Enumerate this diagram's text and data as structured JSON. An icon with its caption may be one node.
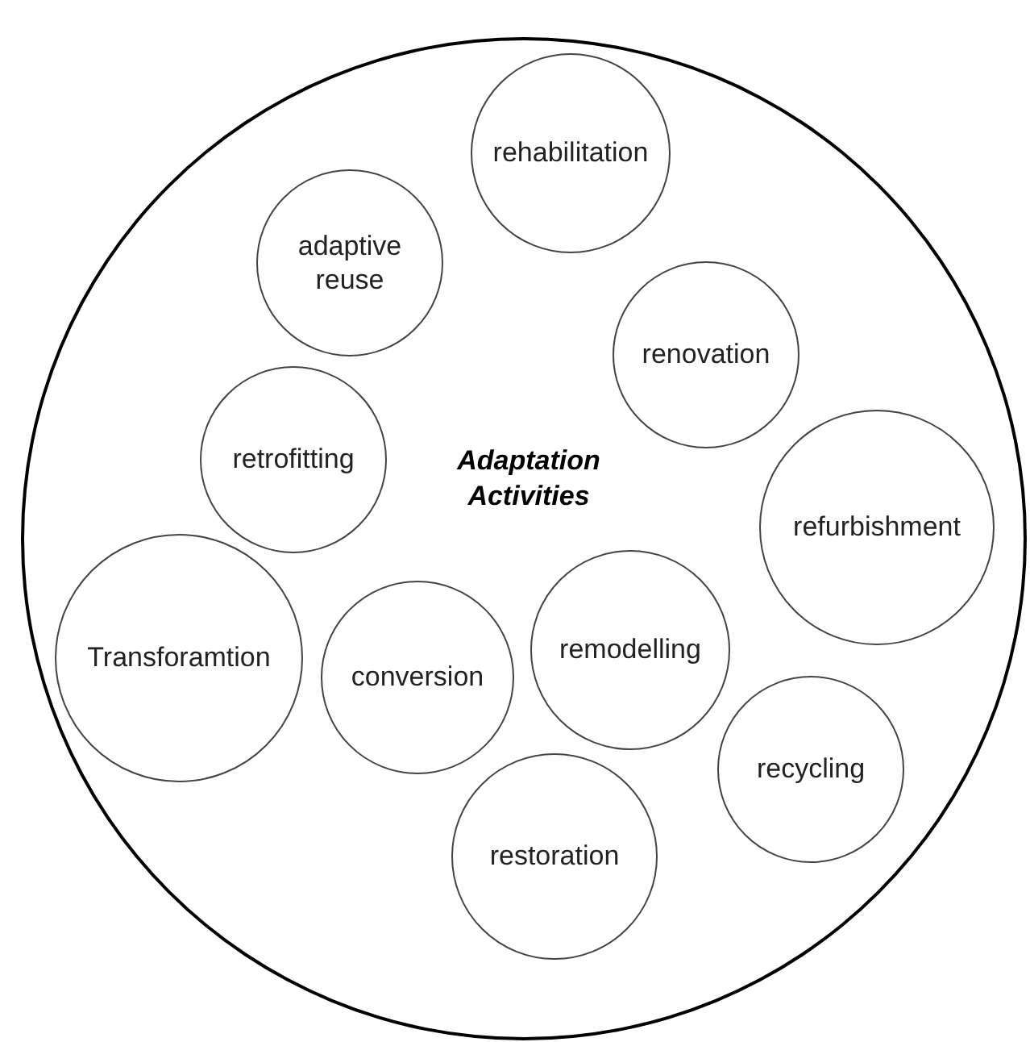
{
  "diagram": {
    "nodes": [
      {
        "text": [
          "Adaptation Activities"
        ]
      },
      {
        "text": [
          "rehabilitation"
        ],
        "in": 0
      },
      {
        "text": [
          "adaptive reuse"
        ],
        "in": 0
      },
      {
        "text": [
          "renovation"
        ],
        "in": 0
      },
      {
        "text": [
          "retrofitting"
        ],
        "in": 0
      },
      {
        "text": [
          "refurbishment"
        ],
        "in": 0
      },
      {
        "text": [
          "Transforamtion"
        ],
        "in": 0
      },
      {
        "text": [
          "conversion"
        ],
        "in": 0
      },
      {
        "text": [
          "remodelling"
        ],
        "in": 0
      },
      {
        "text": [
          "recycling"
        ],
        "in": 0
      },
      {
        "text": [
          "restoration"
        ],
        "in": 0
      }
    ],
    "edges": []
  }
}
